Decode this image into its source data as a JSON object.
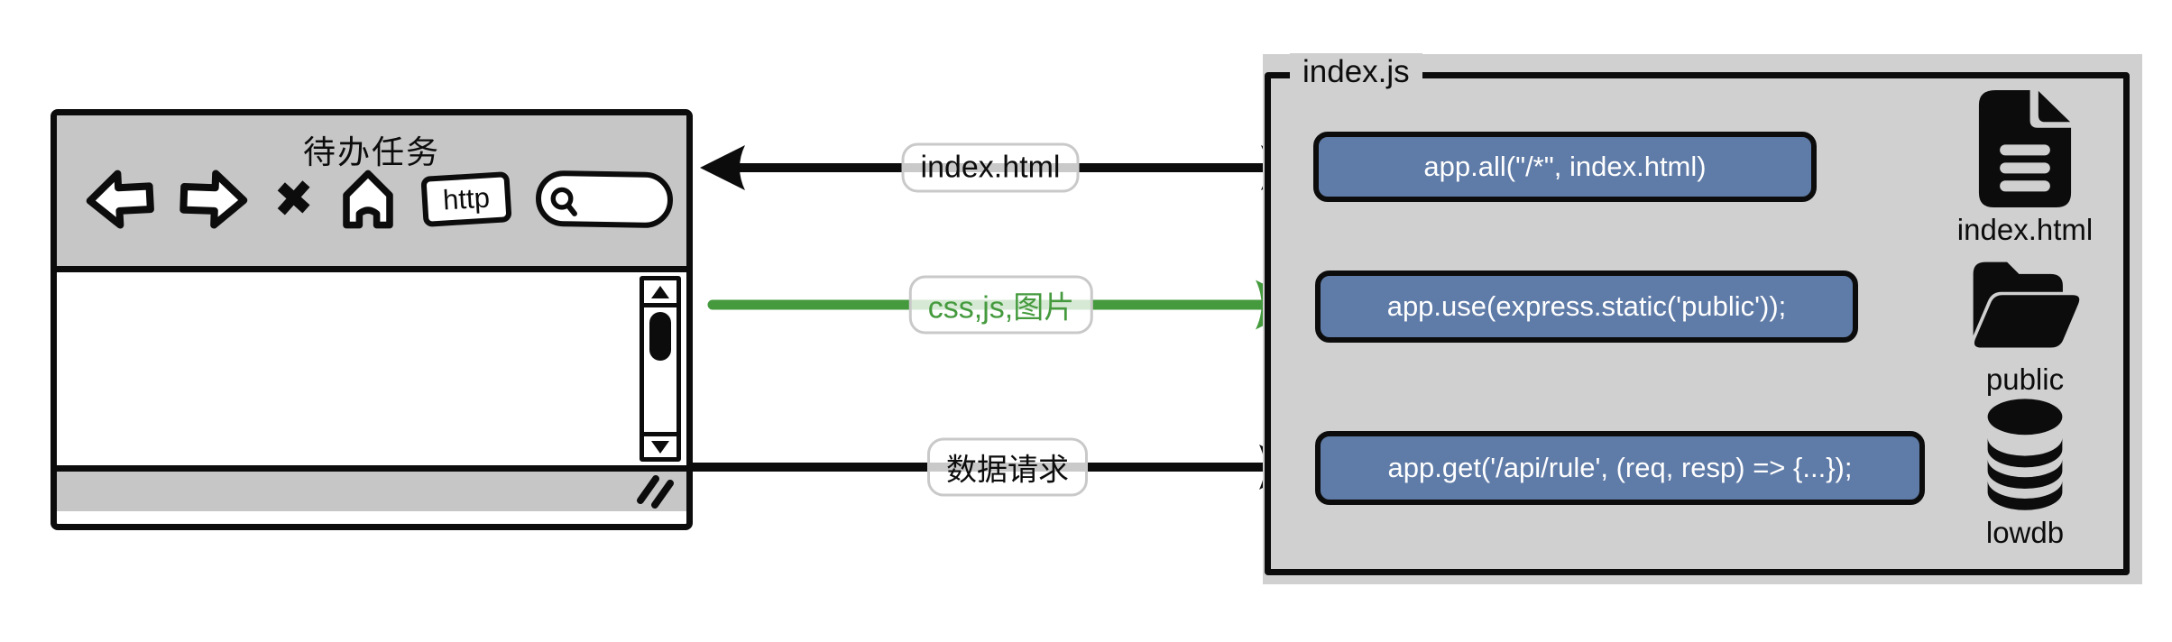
{
  "browser": {
    "title": "待办任务",
    "address_button": "http",
    "toolbar_icons": [
      "back-arrow",
      "forward-arrow",
      "close-x",
      "home",
      "address-box",
      "search-oval"
    ]
  },
  "arrows": [
    {
      "label": "index.html",
      "color": "#0c0c0c",
      "direction": "both"
    },
    {
      "label": "css,js,图片",
      "color": "#459a3e",
      "direction": "browser-to-server"
    },
    {
      "label": "数据请求",
      "color": "#0c0c0c",
      "direction": "browser-to-server"
    }
  ],
  "server": {
    "legend": "index.js",
    "handlers": [
      {
        "code": "app.all(\"/*\", index.html)"
      },
      {
        "code": "app.use(express.static('public'));"
      },
      {
        "code": "app.get('/api/rule', (req, resp) => {...});"
      }
    ],
    "resources": [
      {
        "icon": "file-text-icon",
        "label": "index.html"
      },
      {
        "icon": "folder-open-icon",
        "label": "public"
      },
      {
        "icon": "database-icon",
        "label": "lowdb"
      }
    ]
  },
  "colors": {
    "outline_black": "#0c0c0c",
    "toolbar_gray": "#c6c6c6",
    "panel_gray": "#d0d0d0",
    "code_box_blue": "#5f7ba7",
    "arrow_green": "#459a3e"
  }
}
